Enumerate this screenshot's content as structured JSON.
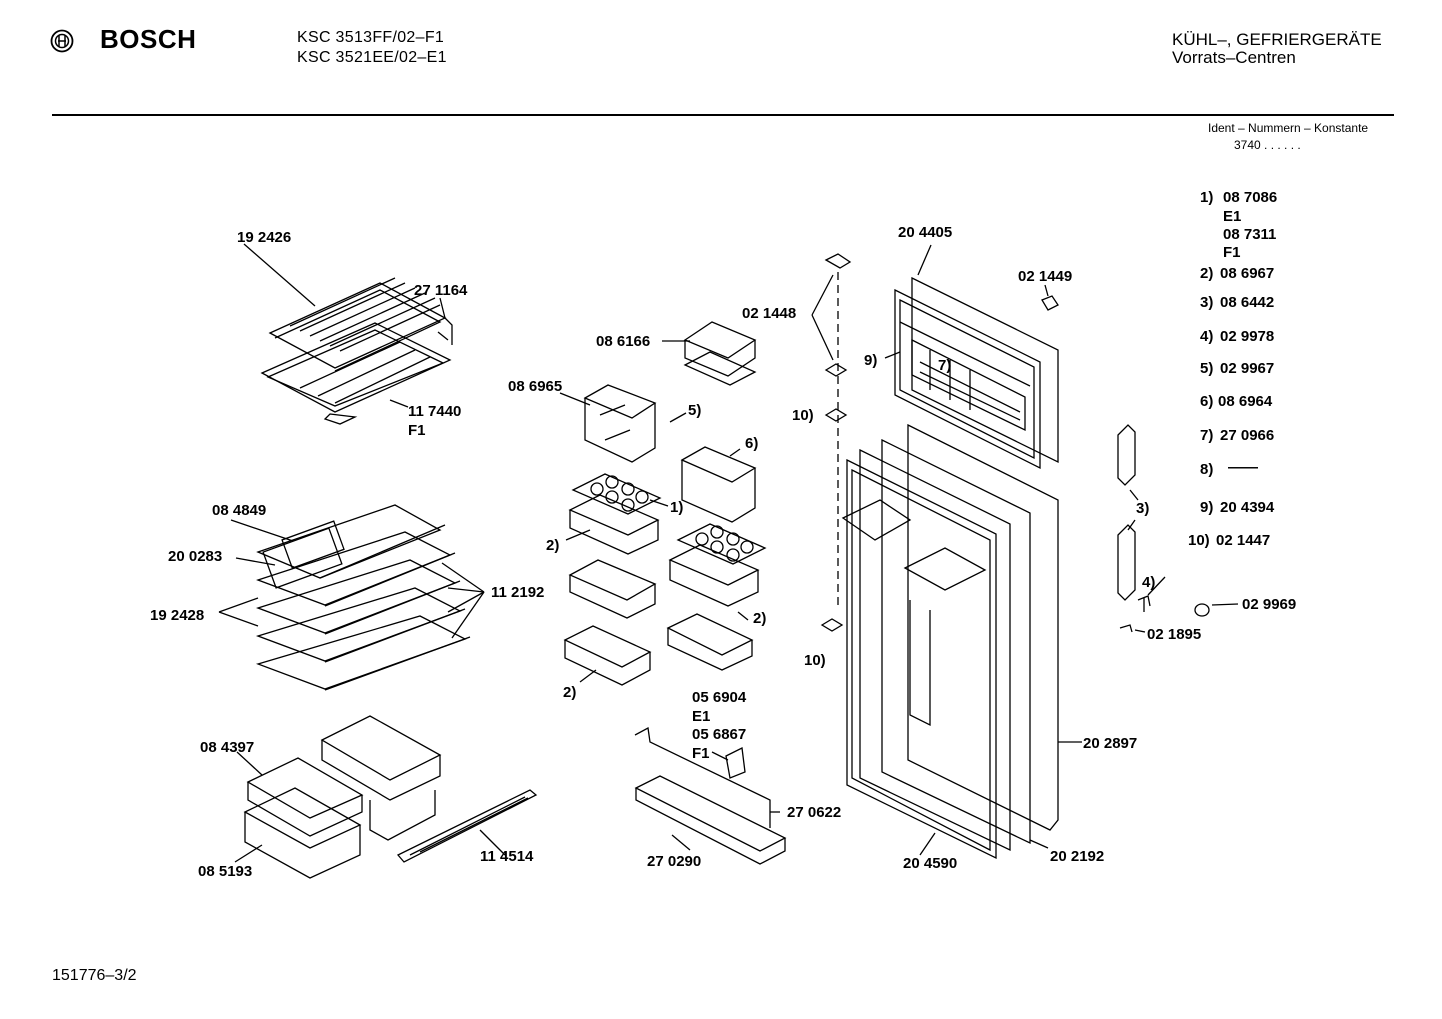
{
  "header": {
    "brand": "BOSCH",
    "model_1": "KSC 3513FF/02–F1",
    "model_2": "KSC 3521EE/02–E1",
    "category_1": "KÜHL–, GEFRIERGERÄTE",
    "category_2": "Vorrats–Centren",
    "ident_label": "Ident – Nummern – Konstante",
    "ident_value": "3740 . . . . . ."
  },
  "legend": [
    {
      "key": "1)",
      "value": "08 7086"
    },
    {
      "key": "",
      "value": "E1"
    },
    {
      "key": "",
      "value": "08 7311"
    },
    {
      "key": "",
      "value": "F1"
    },
    {
      "key": "2)",
      "value": "08 6967"
    },
    {
      "key": "3)",
      "value": "08 6442"
    },
    {
      "key": "4)",
      "value": "02 9978"
    },
    {
      "key": "5)",
      "value": "02 9967"
    },
    {
      "key": "6)",
      "value": "08 6964"
    },
    {
      "key": "7)",
      "value": "27 0966"
    },
    {
      "key": "8)",
      "value": "——"
    },
    {
      "key": "9)",
      "value": "20 4394"
    },
    {
      "key": "10)",
      "value": "02 1447"
    }
  ],
  "labels": {
    "p192426": "19 2426",
    "p271164": "27 1164",
    "p117440": "11 7440",
    "pF1a": "F1",
    "p084849": "08 4849",
    "p200283": "20 0283",
    "p192428": "19 2428",
    "p112192": "11 2192",
    "p084397": "08 4397",
    "p085193": "08 5193",
    "p114514": "11 4514",
    "p086166": "08 6166",
    "p086965": "08 6965",
    "n5": "5)",
    "n6": "6)",
    "n1": "1)",
    "n2a": "2)",
    "n2b": "2)",
    "n2c": "2)",
    "p056904": "05 6904",
    "pE1": "E1",
    "p056867": "05 6867",
    "pF1b": "F1",
    "p270622": "27 0622",
    "p270290": "27 0290",
    "p021448": "02 1448",
    "n9": "9)",
    "n10a": "10)",
    "n10b": "10)",
    "p204405": "20 4405",
    "p021449": "02 1449",
    "n7": "7)",
    "n3": "3)",
    "n4": "4)",
    "p029969": "02 9969",
    "p021895": "02 1895",
    "p202897": "20 2897",
    "p204590": "20 4590",
    "p202192": "20 2192"
  },
  "footer": {
    "code": "151776–3/2"
  }
}
